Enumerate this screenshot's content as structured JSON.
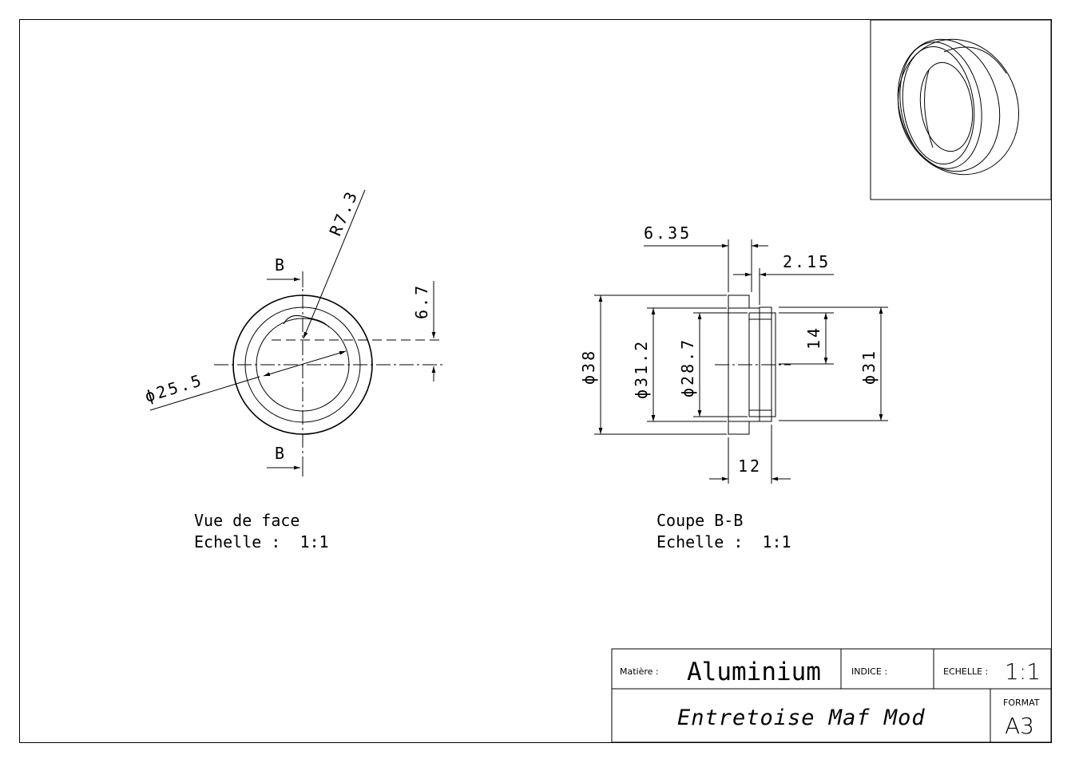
{
  "front_view": {
    "section_letter": "B",
    "dim_radius": "R7.3",
    "dim_offset": "6.7",
    "dim_diameter": "ϕ25.5",
    "caption": "Vue de face",
    "scale_caption": "Echelle :  1:1"
  },
  "section_view": {
    "dim_top_left": "6.35",
    "dim_top_right": "2.15",
    "dim_d38": "ϕ38",
    "dim_d31_2": "ϕ31.2",
    "dim_d28_7": "ϕ28.7",
    "dim_14": "14",
    "dim_d31": "ϕ31",
    "dim_12": "12",
    "caption": "Coupe B-B",
    "scale_caption": "Echelle :  1:1"
  },
  "title_block": {
    "material_label": "Matière :",
    "material_value": "Aluminium",
    "index_label": "INDICE :",
    "scale_label": "ECHELLE :",
    "scale_value": "1:1",
    "part_name": "Entretoise Maf Mod",
    "format_label": "FORMAT",
    "format_value": "A3"
  }
}
